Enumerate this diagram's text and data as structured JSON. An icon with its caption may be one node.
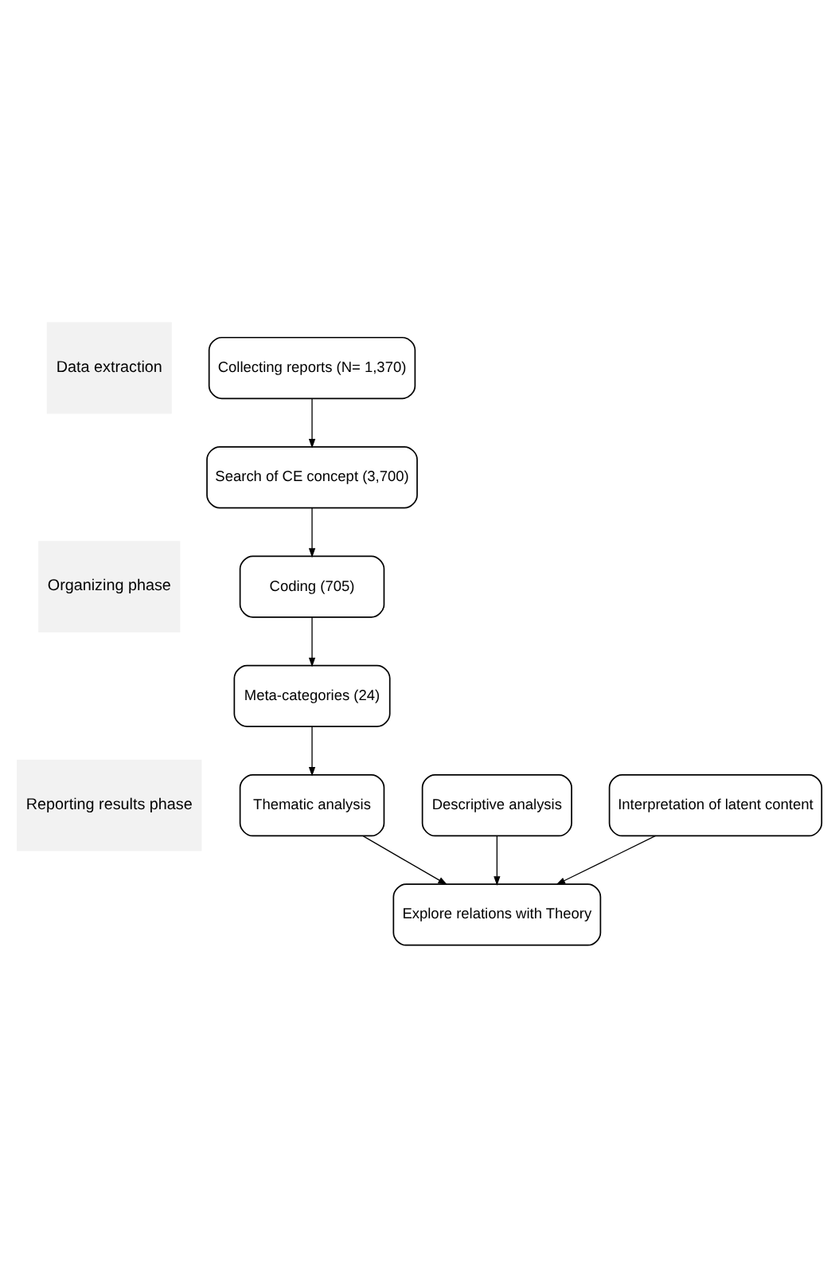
{
  "diagram": {
    "nodes": [
      {
        "text": [
          "Data extraction"
        ]
      },
      {
        "text": [
          "Collecting reports (N= 1,370)"
        ]
      },
      {
        "text": [
          "Search of CE concept (3,700)"
        ]
      },
      {
        "text": [
          "Organizing phase"
        ]
      },
      {
        "text": [
          "Coding (705)"
        ]
      },
      {
        "text": [
          "Meta-categories (24)"
        ]
      },
      {
        "text": [
          "Reporting results phase"
        ]
      },
      {
        "text": [
          "Thematic analysis"
        ]
      },
      {
        "text": [
          "Descriptive analysis"
        ]
      },
      {
        "text": [
          "Interpretation of latent content"
        ]
      },
      {
        "text": [
          "Explore relations with Theory"
        ]
      }
    ],
    "edges": [
      {
        "from": 1,
        "to": 2,
        "arrow": "to"
      },
      {
        "from": 2,
        "to": 4,
        "arrow": "to"
      },
      {
        "from": 4,
        "to": 5,
        "arrow": "to"
      },
      {
        "from": 5,
        "to": 7,
        "arrow": "to"
      },
      {
        "from": 7,
        "to": 10,
        "arrow": "to"
      },
      {
        "from": 8,
        "to": 10,
        "arrow": "to"
      },
      {
        "from": 9,
        "to": 10,
        "arrow": "to"
      }
    ]
  }
}
